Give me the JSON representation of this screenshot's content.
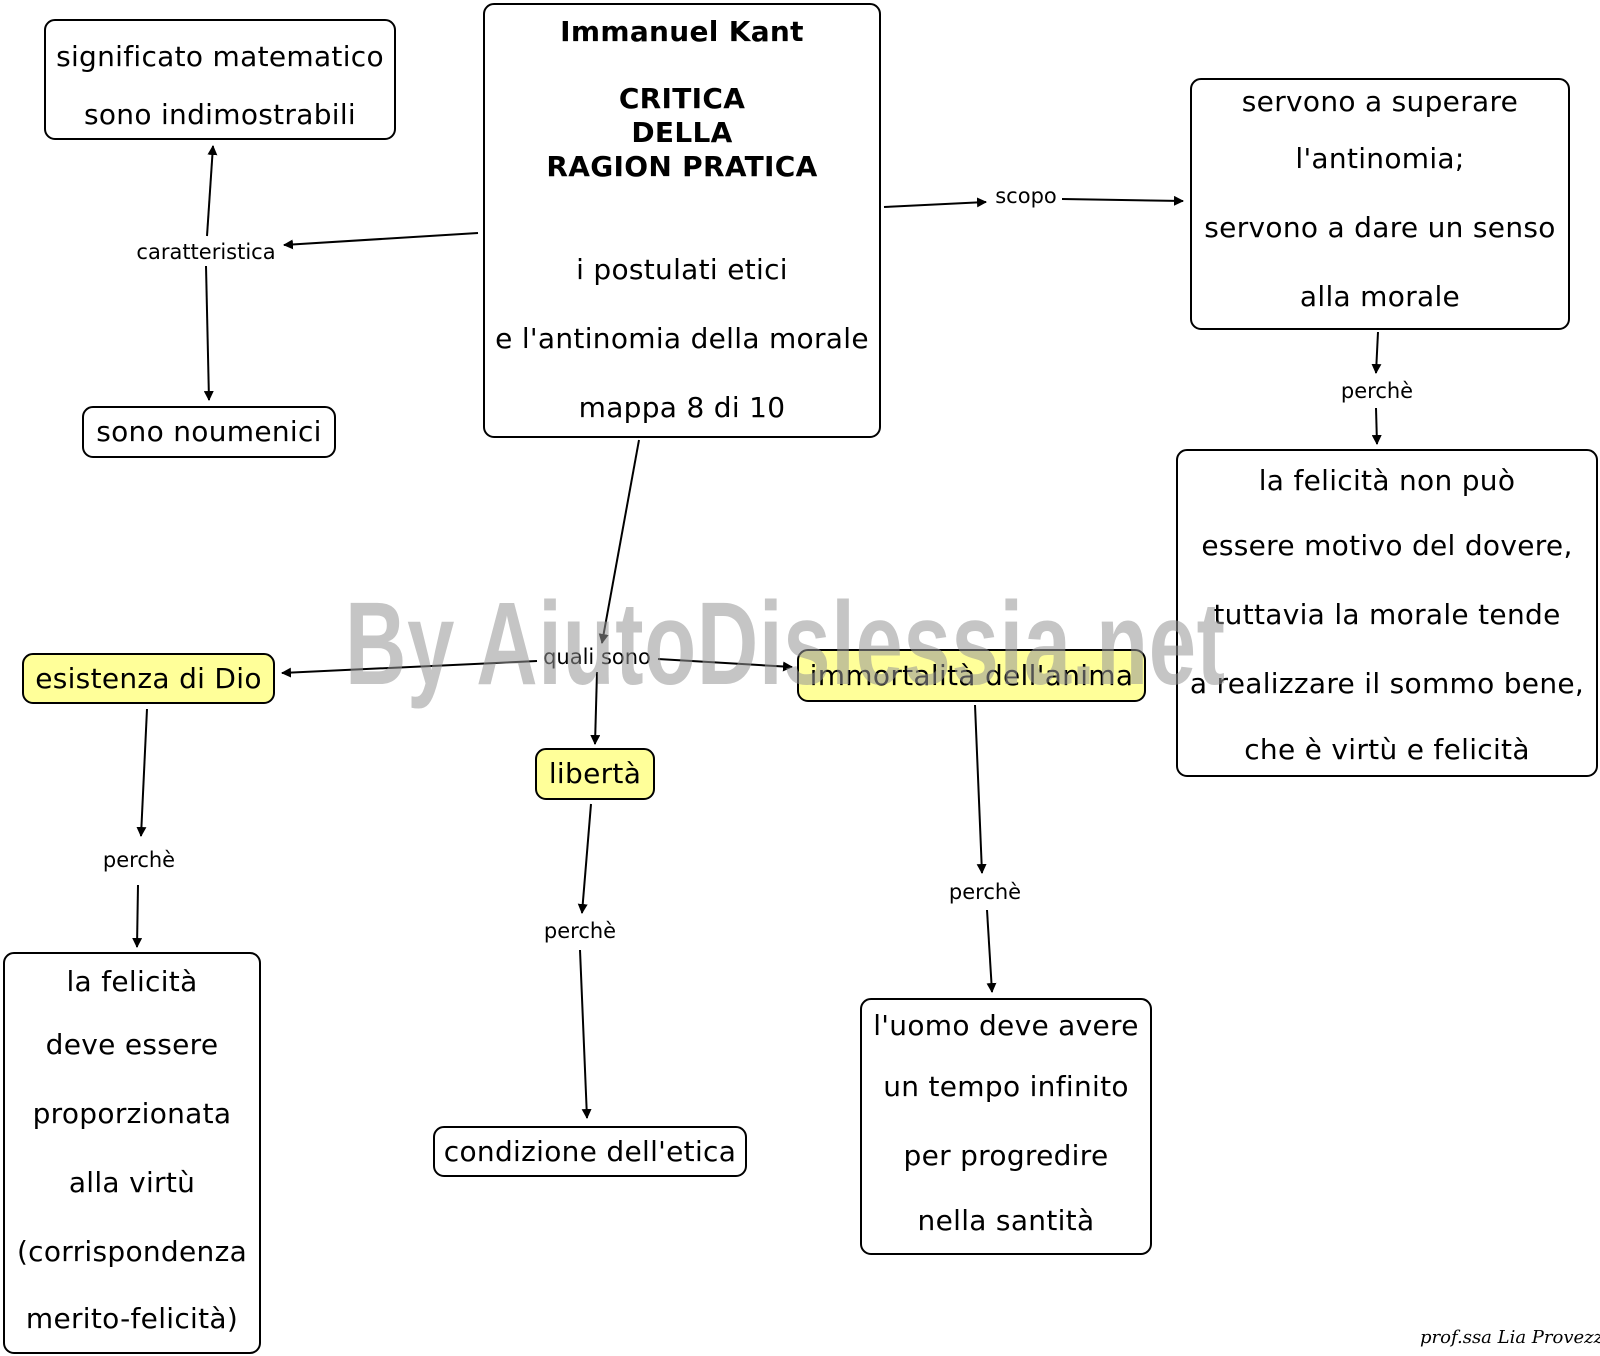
{
  "nodes": {
    "center": {
      "title": "Immanuel Kant",
      "subtitle": [
        "CRITICA",
        "DELLA",
        "RAGION PRATICA"
      ],
      "body": [
        "i postulati etici",
        "e l'antinomia della morale",
        "mappa 8 di 10"
      ]
    },
    "math_significance": [
      "significato matematico",
      "sono indimostrabili"
    ],
    "noumenal": "sono noumenici",
    "purpose": [
      "servono a superare",
      "l'antinomia;",
      "servono a dare un senso",
      "alla morale"
    ],
    "happiness_reason": [
      "la felicità non può",
      "essere motivo del dovere,",
      "tuttavia la morale tende",
      "a realizzare il sommo bene,",
      "che è virtù e felicità"
    ],
    "god": "esistenza di Dio",
    "freedom": "libertà",
    "immortality": "immortalità dell'anima",
    "god_reason": [
      "la felicità",
      "deve essere",
      "proporzionata",
      "alla virtù",
      "(corrispondenza",
      "merito-felicità)"
    ],
    "freedom_reason": "condizione dell'etica",
    "immortality_reason": [
      "l'uomo deve avere",
      "un tempo infinito",
      "per progredire",
      "nella santità"
    ]
  },
  "links": {
    "caratteristica": "caratteristica",
    "scopo": "scopo",
    "perche_purpose": "perchè",
    "quali_sono": "quali sono",
    "perche_god": "perchè",
    "perche_freedom": "perchè",
    "perche_immortality": "perchè"
  },
  "watermark": "By AiutoDislessia.net",
  "signature": "prof.ssa Lia Provezza",
  "colors": {
    "postulate_fill": "#ffff99",
    "border": "#000000",
    "watermark": "#969696"
  }
}
